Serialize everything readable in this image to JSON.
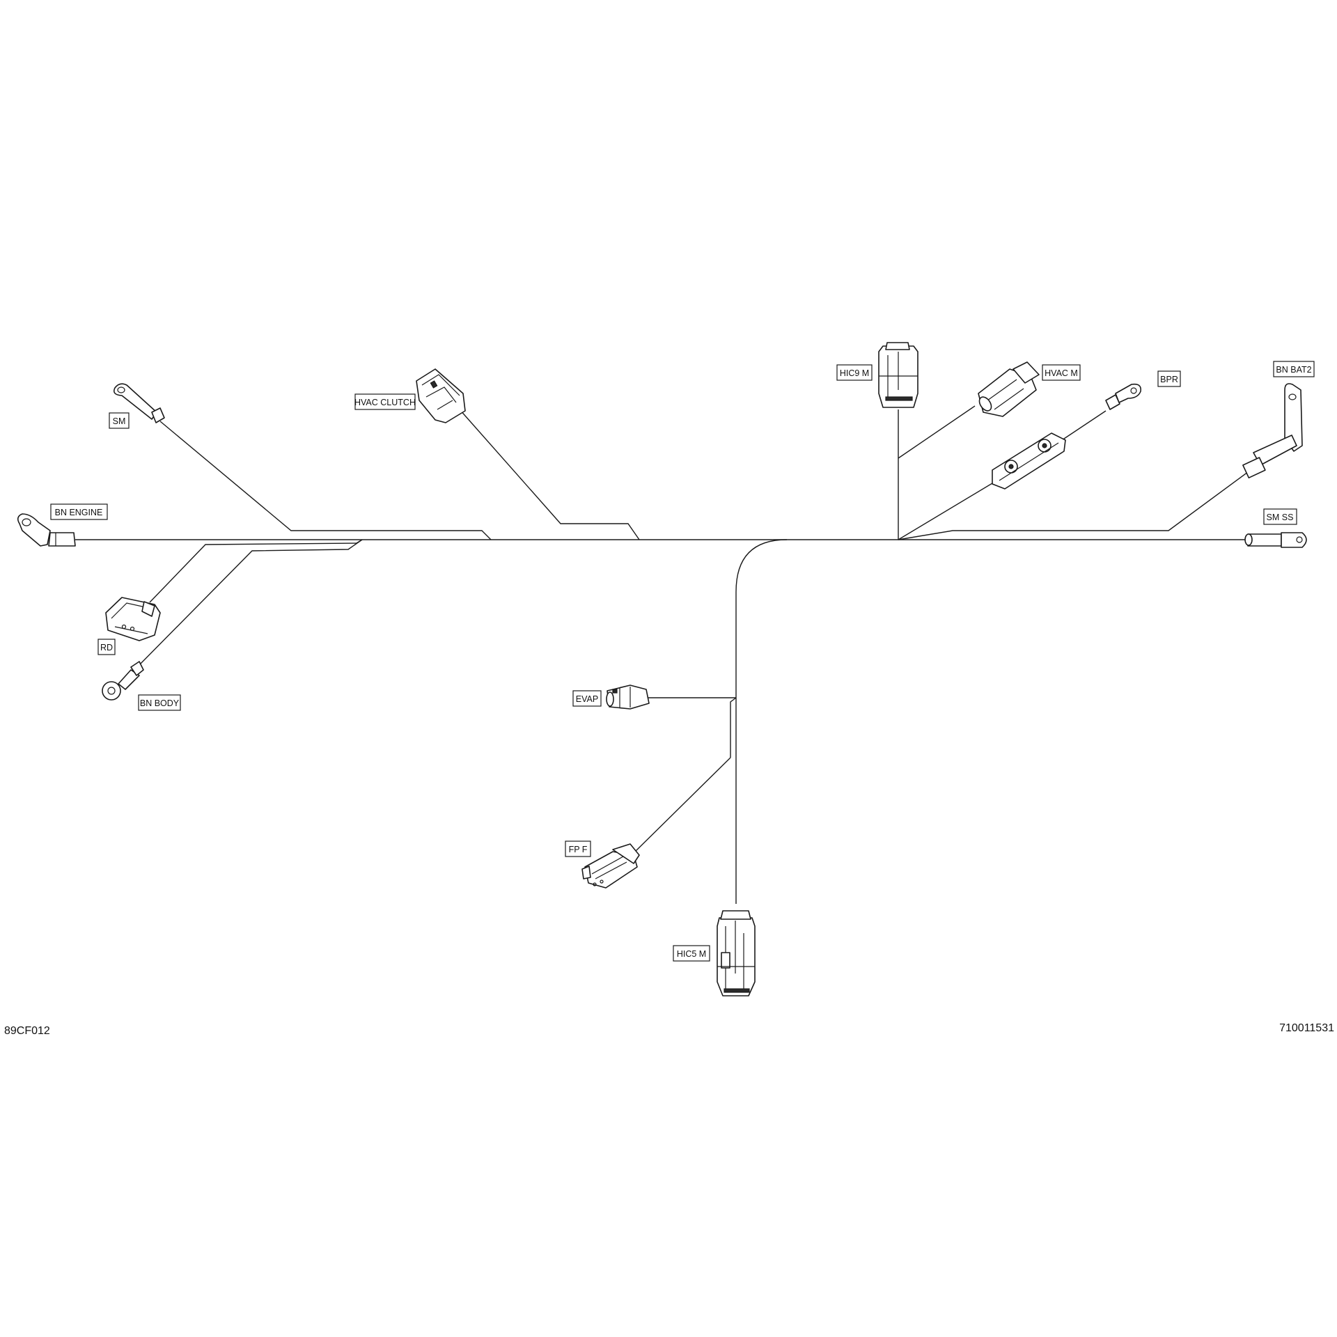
{
  "figure_id": "89CF012",
  "part_number": "710011531",
  "connectors": {
    "sm": "SM",
    "hvac_clutch": "HVAC CLUTCH",
    "bn_engine": "BN ENGINE",
    "rd": "RD",
    "bn_body": "BN BODY",
    "hic9_m": "HIC9 M",
    "hvac_m": "HVAC M",
    "bpr": "BPR",
    "bn_bat2": "BN BAT2",
    "sm_ss": "SM SS",
    "evap": "EVAP",
    "fp_f": "FP F",
    "hic5_m": "HIC5 M"
  }
}
